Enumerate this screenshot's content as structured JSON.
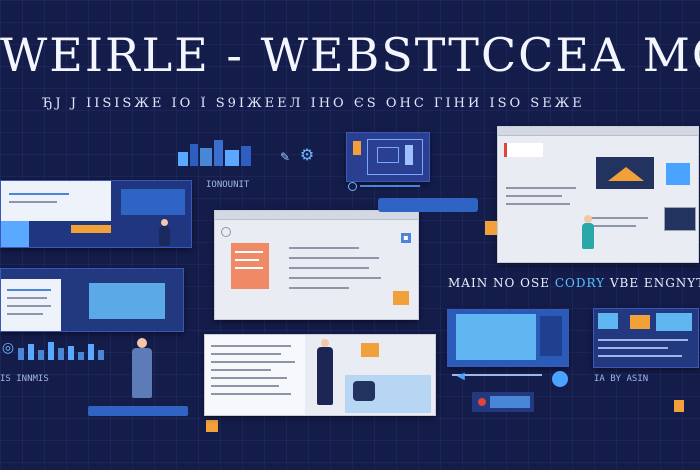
{
  "headline": "WEIRLE - WEBSTTCCEA MC .CLESGS",
  "subline": "ЂJ Ј ІІЅІЅЖЕ   ІО   Ї Ѕ9ІЖЕЕЛ   ІНО   ЄЅ   ОНС  ГІНИ  ІЅО ЅЕЖЕ",
  "label_row": {
    "left": "MAIN NO  OSE",
    "middle": "CODRY",
    "right": "VBE ENGNYTRNRIET"
  },
  "small_labels": {
    "top_left": "IONOUNIT",
    "bottom_left": "IS INNMIS",
    "bottom_mid": "IA BY ASIN"
  },
  "colors": {
    "background": "#141c4a",
    "accent_blue": "#3f7fe0",
    "accent_orange": "#f2a13a",
    "light_panel": "#e9ecf2"
  }
}
